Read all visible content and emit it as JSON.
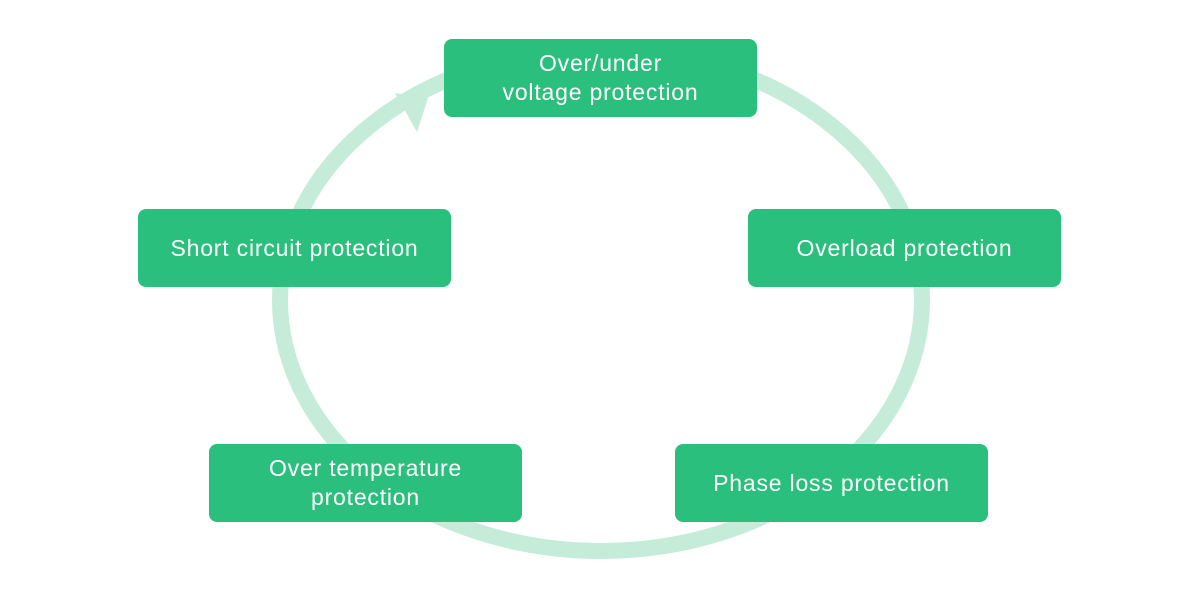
{
  "diagram": {
    "type": "cycle",
    "colors": {
      "node_fill": "#2bbf7d",
      "node_text": "#ffffff",
      "ring": "#c4ecd9",
      "background": "#ffffff"
    },
    "direction": "clockwise",
    "nodes": [
      {
        "id": "voltage",
        "lines": [
          "Over/under",
          "voltage protection"
        ]
      },
      {
        "id": "overload",
        "lines": [
          "Overload protection"
        ]
      },
      {
        "id": "phase",
        "lines": [
          "Phase loss protection"
        ]
      },
      {
        "id": "temperature",
        "lines": [
          "Over temperature",
          "protection"
        ]
      },
      {
        "id": "short",
        "lines": [
          "Short circuit protection"
        ]
      }
    ],
    "edges": [
      {
        "from": "short",
        "to": "voltage",
        "arrow": true
      }
    ]
  }
}
